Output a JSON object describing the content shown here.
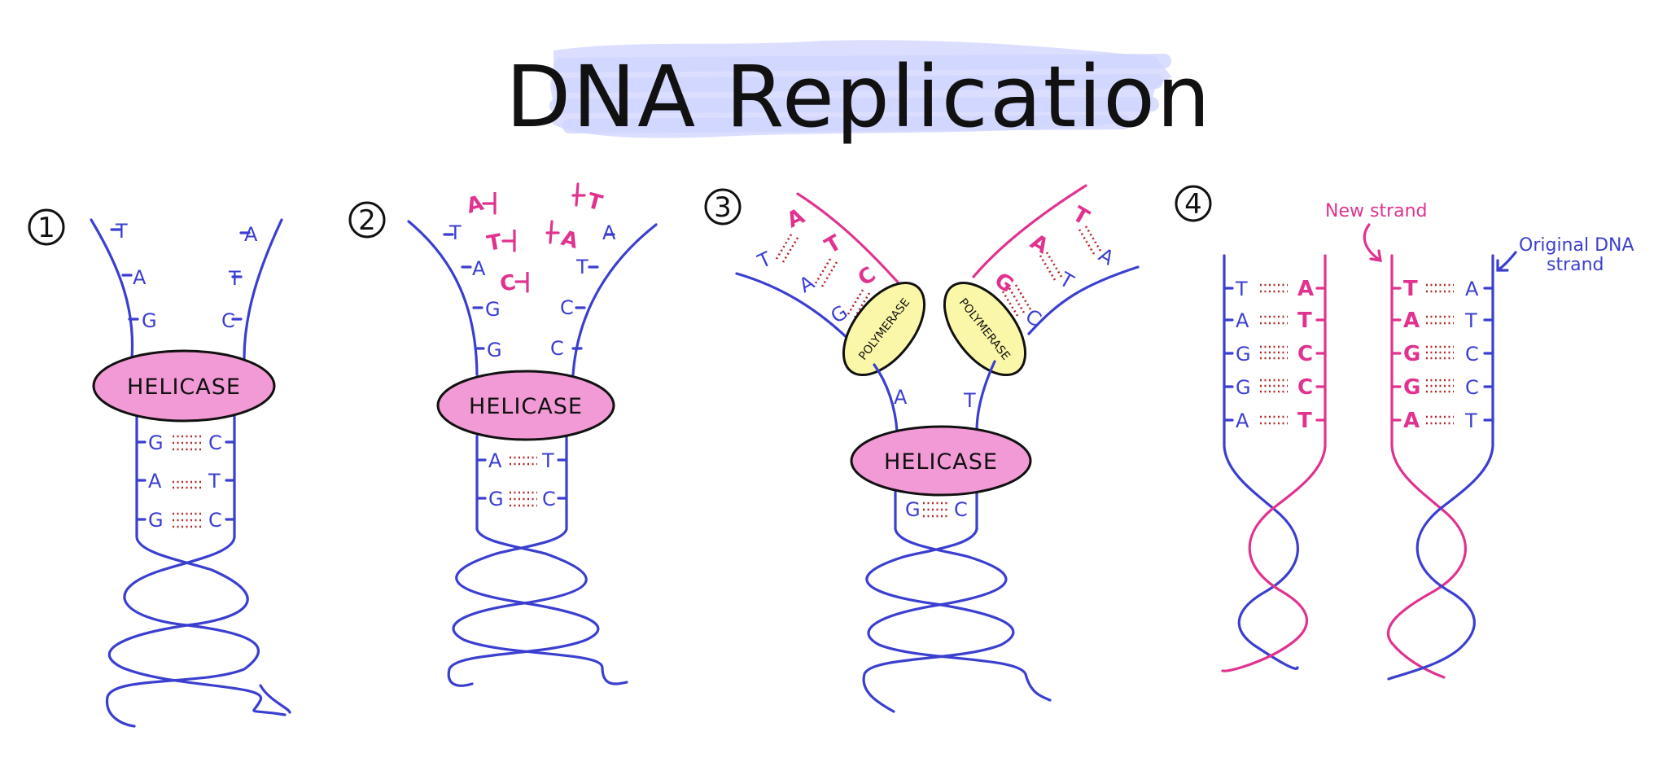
{
  "title": "DNA Replication",
  "colors": {
    "original_strand": "#3b3fd0",
    "new_strand": "#e0338f",
    "helicase": "#f29ad6",
    "polymerase": "#fbf7a8",
    "hydrogen_bond": "#b32626",
    "title_highlight": "#d9dcff"
  },
  "steps": [
    {
      "number": "1",
      "enzyme": "HELICASE",
      "unzipped_left": [
        "T",
        "A",
        "G"
      ],
      "unzipped_right": [
        "A",
        "T",
        "C"
      ],
      "pairs": [
        {
          "left": "G",
          "right": "C"
        },
        {
          "left": "A",
          "right": "T"
        },
        {
          "left": "G",
          "right": "C"
        }
      ]
    },
    {
      "number": "2",
      "enzyme": "HELICASE",
      "left_strand": [
        "T",
        "A",
        "G",
        "G"
      ],
      "right_strand": [
        "A",
        "T",
        "C",
        "C"
      ],
      "free_nucleotides_left": [
        "A",
        "T",
        "C"
      ],
      "free_nucleotides_right": [
        "T",
        "A"
      ],
      "pairs": [
        {
          "left": "A",
          "right": "T"
        },
        {
          "left": "G",
          "right": "C"
        }
      ]
    },
    {
      "number": "3",
      "enzyme": "HELICASE",
      "polymerase_label": "POLYMERASE",
      "left_arm": {
        "original": [
          "T",
          "A",
          "G"
        ],
        "new": [
          "A",
          "T",
          "C"
        ]
      },
      "right_arm": {
        "original": [
          "A",
          "T",
          "C"
        ],
        "new": [
          "T",
          "A",
          "G"
        ]
      },
      "stem_left": "A",
      "stem_right": "T",
      "pairs": [
        {
          "left": "G",
          "right": "C"
        }
      ]
    },
    {
      "number": "4",
      "annotation_new": "New strand",
      "annotation_original_line1": "Original DNA",
      "annotation_original_line2": "strand",
      "left_molecule": [
        {
          "left": "T",
          "right": "A"
        },
        {
          "left": "A",
          "right": "T"
        },
        {
          "left": "G",
          "right": "C"
        },
        {
          "left": "G",
          "right": "C"
        },
        {
          "left": "A",
          "right": "T"
        }
      ],
      "right_molecule": [
        {
          "left": "T",
          "right": "A"
        },
        {
          "left": "A",
          "right": "T"
        },
        {
          "left": "G",
          "right": "C"
        },
        {
          "left": "G",
          "right": "C"
        },
        {
          "left": "A",
          "right": "T"
        }
      ]
    }
  ]
}
